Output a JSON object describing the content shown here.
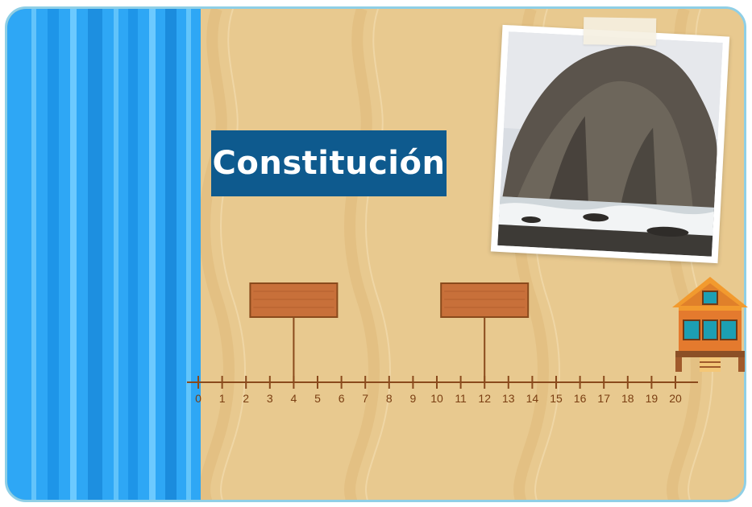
{
  "scene": {
    "title": "Constitución",
    "colors": {
      "water": "#2ea7f5",
      "sand": "#e8c98f",
      "title_bg": "#0e5a8e",
      "sign_wood": "#c8703a",
      "line": "#8a4a1c"
    }
  },
  "number_line": {
    "min": 0,
    "max": 20,
    "step": 1,
    "labels": [
      "0",
      "1",
      "2",
      "3",
      "4",
      "5",
      "6",
      "7",
      "8",
      "9",
      "10",
      "11",
      "12",
      "13",
      "14",
      "15",
      "16",
      "17",
      "18",
      "19",
      "20"
    ]
  },
  "signs": [
    {
      "marker_value": 4,
      "label": ""
    },
    {
      "marker_value": 12,
      "label": ""
    }
  ],
  "icons": {
    "photo": "rock-beach-photo",
    "house": "beach-house-icon",
    "tape": "tape-strip"
  }
}
